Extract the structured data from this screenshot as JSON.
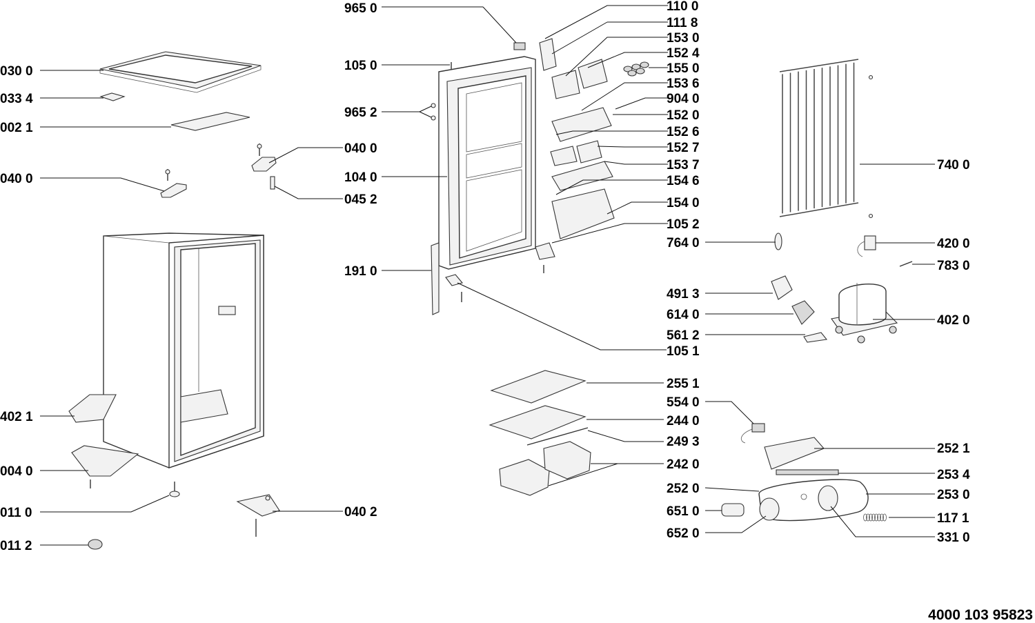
{
  "diagram": {
    "document_number": "4000 103 95823",
    "labels": [
      {
        "id": "l-0300",
        "text": "030 0"
      },
      {
        "id": "l-0334",
        "text": "033 4"
      },
      {
        "id": "l-0021",
        "text": "002 1"
      },
      {
        "id": "l-0400a",
        "text": "040 0"
      },
      {
        "id": "l-4021",
        "text": "402 1"
      },
      {
        "id": "l-0040",
        "text": "004 0"
      },
      {
        "id": "l-0110",
        "text": "011 0"
      },
      {
        "id": "l-0112",
        "text": "011 2"
      },
      {
        "id": "l-9650",
        "text": "965 0"
      },
      {
        "id": "l-1050",
        "text": "105 0"
      },
      {
        "id": "l-9652",
        "text": "965 2"
      },
      {
        "id": "l-0400b",
        "text": "040 0"
      },
      {
        "id": "l-1040",
        "text": "104 0"
      },
      {
        "id": "l-0452",
        "text": "045 2"
      },
      {
        "id": "l-1910",
        "text": "191 0"
      },
      {
        "id": "l-0402",
        "text": "040 2"
      },
      {
        "id": "l-1100",
        "text": "110 0"
      },
      {
        "id": "l-1118",
        "text": "111 8"
      },
      {
        "id": "l-1530",
        "text": "153 0"
      },
      {
        "id": "l-1524",
        "text": "152 4"
      },
      {
        "id": "l-1550",
        "text": "155 0"
      },
      {
        "id": "l-1536",
        "text": "153 6"
      },
      {
        "id": "l-9040",
        "text": "904 0"
      },
      {
        "id": "l-1520",
        "text": "152 0"
      },
      {
        "id": "l-1526",
        "text": "152 6"
      },
      {
        "id": "l-1527",
        "text": "152 7"
      },
      {
        "id": "l-1537",
        "text": "153 7"
      },
      {
        "id": "l-1546",
        "text": "154 6"
      },
      {
        "id": "l-1540",
        "text": "154 0"
      },
      {
        "id": "l-1052",
        "text": "105 2"
      },
      {
        "id": "l-7640",
        "text": "764 0"
      },
      {
        "id": "l-4913",
        "text": "491 3"
      },
      {
        "id": "l-6140",
        "text": "614 0"
      },
      {
        "id": "l-5612",
        "text": "561 2"
      },
      {
        "id": "l-1051",
        "text": "105 1"
      },
      {
        "id": "l-7400",
        "text": "740 0"
      },
      {
        "id": "l-4200",
        "text": "420 0"
      },
      {
        "id": "l-7830",
        "text": "783 0"
      },
      {
        "id": "l-4020",
        "text": "402 0"
      },
      {
        "id": "l-2551",
        "text": "255 1"
      },
      {
        "id": "l-5540",
        "text": "554 0"
      },
      {
        "id": "l-2440",
        "text": "244 0"
      },
      {
        "id": "l-2493",
        "text": "249 3"
      },
      {
        "id": "l-2420",
        "text": "242 0"
      },
      {
        "id": "l-2520",
        "text": "252 0"
      },
      {
        "id": "l-6510",
        "text": "651 0"
      },
      {
        "id": "l-6520",
        "text": "652 0"
      },
      {
        "id": "l-2521",
        "text": "252 1"
      },
      {
        "id": "l-2534",
        "text": "253 4"
      },
      {
        "id": "l-2530",
        "text": "253 0"
      },
      {
        "id": "l-1171",
        "text": "117 1"
      },
      {
        "id": "l-3310",
        "text": "331 0"
      }
    ]
  }
}
